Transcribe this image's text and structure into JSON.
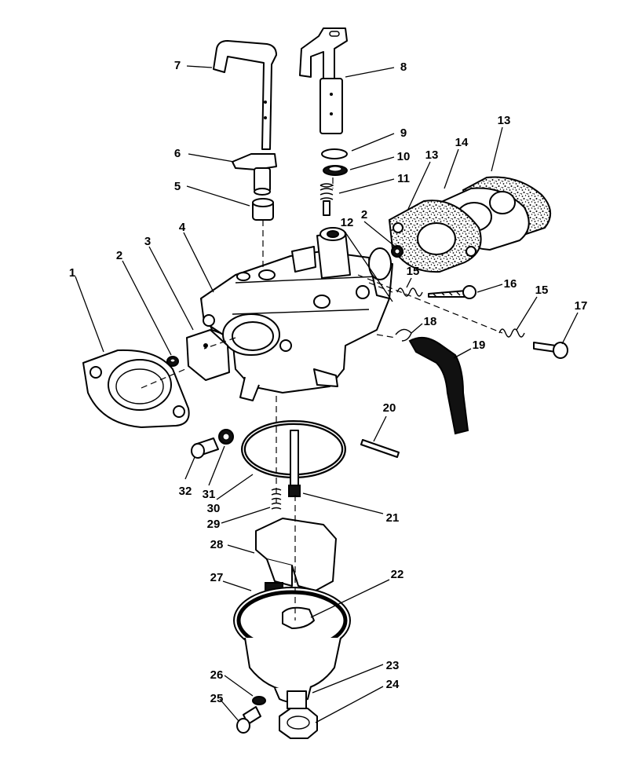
{
  "labels": [
    "1",
    "2",
    "3",
    "4",
    "5",
    "6",
    "7",
    "8",
    "9",
    "10",
    "11",
    "12",
    "13",
    "14",
    "15",
    "16",
    "17",
    "18",
    "19",
    "20",
    "21",
    "22",
    "23",
    "24",
    "25",
    "26",
    "27",
    "28",
    "29",
    "30",
    "31",
    "32"
  ]
}
